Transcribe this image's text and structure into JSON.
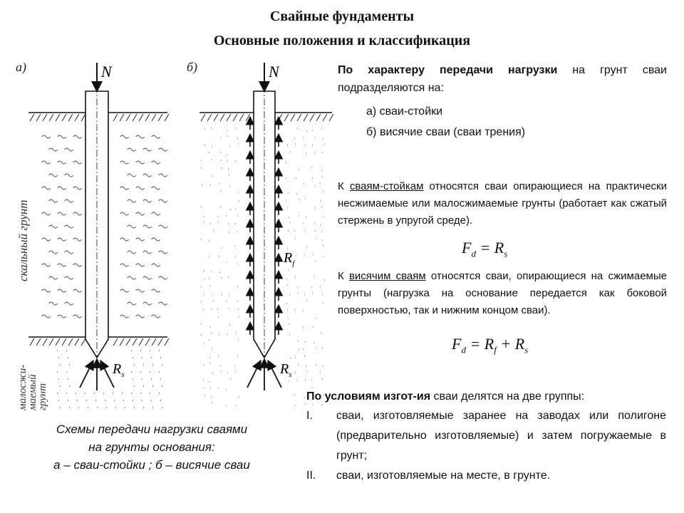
{
  "title": "Свайные фундаменты",
  "subtitle": "Основные положения и классификация",
  "diagram": {
    "label_a": "а)",
    "label_b": "б)",
    "load_label": "N",
    "reaction_label": "R",
    "reaction_sub": "s",
    "friction_label": "R",
    "friction_sub": "f",
    "soil_rock": "скальный грунт",
    "soil_low_1": "малосжи-",
    "soil_low_2": "маемый",
    "soil_low_3": "грунт"
  },
  "caption": {
    "line1": "Схемы передачи нагрузки сваями",
    "line2": "на грунты основания:",
    "line3": "а – сваи-стойки ; б – висячие сваи"
  },
  "section1": {
    "bold": "По характеру передачи нагрузки",
    "rest": " на грунт сваи подразделяются на:",
    "item_a": "а) сваи-стойки",
    "item_b": "б) висячие сваи (сваи трения)"
  },
  "section2": {
    "pre": "К ",
    "link": "сваям-стойкам",
    "post": " относятся сваи опирающиеся на практически несжимаемые или малосжимаемые грунты (работает как сжатый стержень в упругой среде).",
    "formula": "F_d = R_s"
  },
  "section3": {
    "pre": "К ",
    "link": "висячим сваям",
    "post": " относятся сваи, опирающиеся на сжимаемые грунты (нагрузка на основание передается как боковой поверхностью, так и нижним концом сваи).",
    "formula": "F_d = R_f + R_s"
  },
  "section4": {
    "bold": "По условиям изгот-ия",
    "rest": " сваи делятся на две группы:",
    "items": [
      {
        "num": "I.",
        "text": "сваи, изготовляемые заранее на заводах или полигоне (предварительно изготовляемые) и затем погружаемые в грунт;"
      },
      {
        "num": "II.",
        "text": "сваи, изготовляемые на месте, в грунте."
      }
    ]
  }
}
